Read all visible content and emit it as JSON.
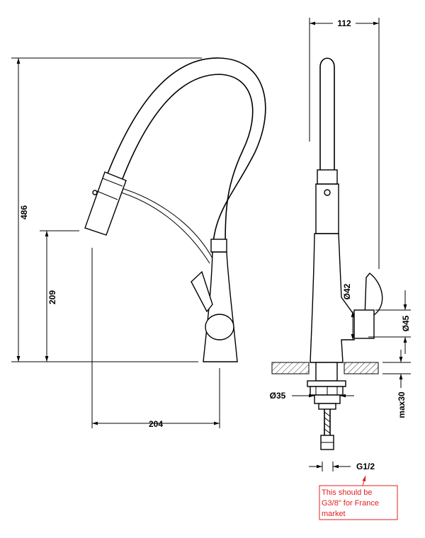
{
  "dimensions": {
    "overall_height": "486",
    "spout_height": "209",
    "reach": "204",
    "body_width": "112",
    "diam_42": "Ø42",
    "diam_45": "Ø45",
    "diam_35": "Ø35",
    "max_thickness": "max30",
    "thread": "G1/2"
  },
  "note": {
    "lines": [
      "This should be",
      "G3/8\" for France",
      "market"
    ],
    "color": "#e02020"
  }
}
